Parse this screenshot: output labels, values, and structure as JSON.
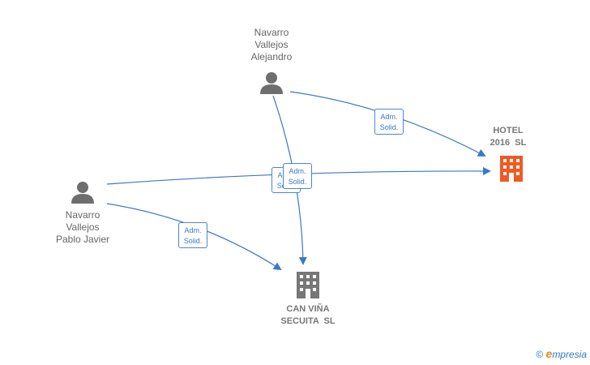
{
  "nodes": {
    "alejandro": {
      "lines": [
        "Navarro",
        "Vallejos",
        "Alejandro"
      ],
      "icon": "person-icon"
    },
    "pablo": {
      "lines": [
        "Navarro",
        "Vallejos",
        "Pablo Javier"
      ],
      "icon": "person-icon"
    },
    "hotel": {
      "lines": [
        "HOTEL",
        "2016  SL"
      ],
      "icon": "building-icon",
      "color": "#f05a22"
    },
    "canvina": {
      "lines": [
        "CAN VIÑA",
        "SECUITA  SL"
      ],
      "icon": "building-icon",
      "color": "#777777"
    }
  },
  "edge_tags": {
    "alejandro_hotel": [
      "Adm.",
      "Solid."
    ],
    "alejandro_canvina": [
      "Adm.",
      "Solid."
    ],
    "pablo_hotel": [
      "Adm.",
      "Solid."
    ],
    "pablo_canvina": [
      "Adm.",
      "Solid."
    ]
  },
  "colors": {
    "edge": "#3a78c8",
    "person": "#6e6e6e",
    "text": "#666666"
  },
  "brand": {
    "copyright": "©",
    "e": "e",
    "word": "mpresia"
  }
}
